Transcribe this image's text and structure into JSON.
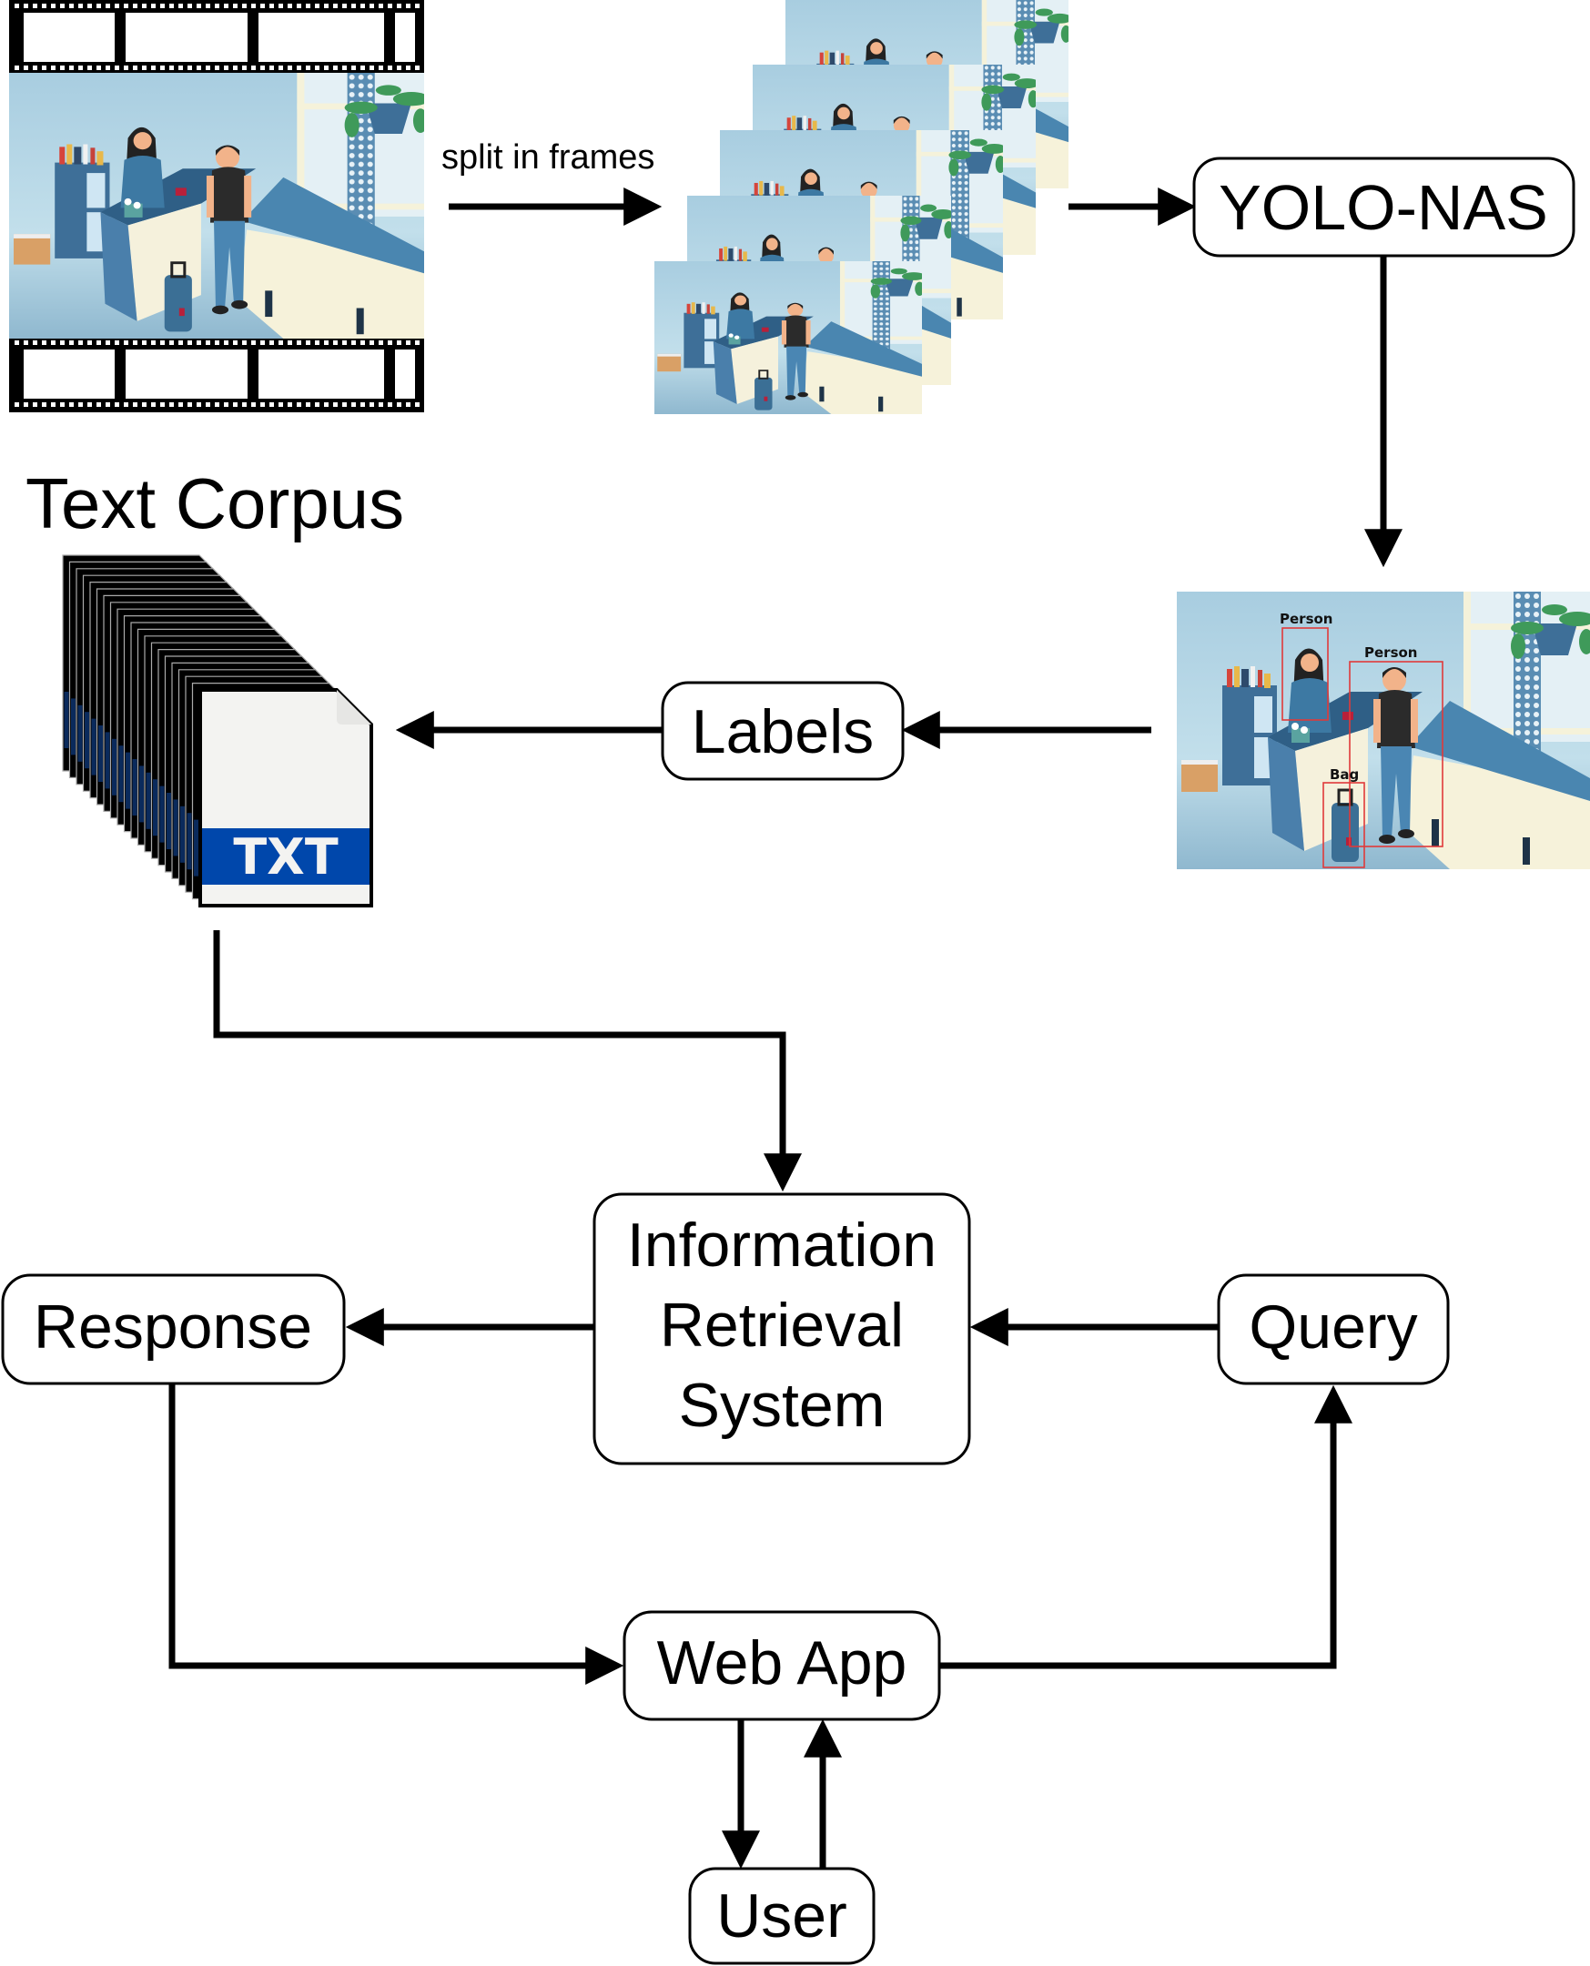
{
  "nodes": {
    "split_label": "split in frames",
    "yolo": "YOLO-NAS",
    "labels": "Labels",
    "text_corpus": "Text Corpus",
    "txt_badge": "TXT",
    "irs_lines": [
      "Information",
      "Retrieval",
      "System"
    ],
    "response": "Response",
    "query": "Query",
    "web_app": "Web App",
    "user": "User"
  },
  "detections": [
    {
      "label": "Person"
    },
    {
      "label": "Person"
    },
    {
      "label": "Bag"
    }
  ],
  "colors": {
    "detection_box": "#e03a3a",
    "txt_band": "#0047ab",
    "scene_blue": "#4a7fab"
  },
  "icons": {
    "video": "film-strip-icon",
    "frames": "frame-stack-icon",
    "corpus": "txt-file-stack-icon"
  }
}
